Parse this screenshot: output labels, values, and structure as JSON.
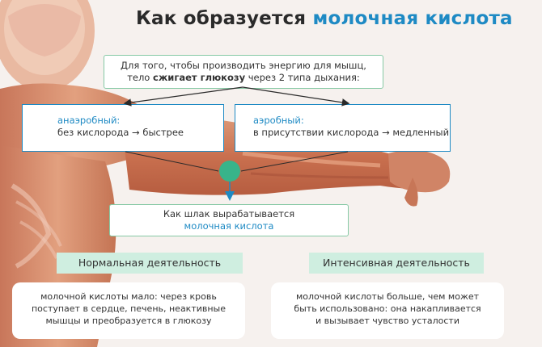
{
  "title": {
    "part1": "Как образуется",
    "part2": "молочная кислота"
  },
  "intro": {
    "line1": "Для того, чтобы производить энергию для мышц,",
    "line2_before": "тело",
    "line2_bold": "сжигает глюкозу",
    "line2_after": "через 2 типа дыхания:"
  },
  "anaerobic": {
    "label": "анаэробный:",
    "text": "без кислорода → быстрее"
  },
  "aerobic": {
    "label": "аэробный:",
    "text": "в присутствии кислорода → медленный"
  },
  "result": {
    "line1": "Как шлак вырабатывается",
    "line2": "молочная кислота"
  },
  "normal": {
    "header": "Нормальная деятельность",
    "lines": [
      "молочной кислоты мало: через кровь",
      "поступает в сердце, печень, неактивные",
      "мышцы и преобразуется в глюкозу"
    ]
  },
  "intensive": {
    "header": "Интенсивная деятельность",
    "lines": [
      "молочной кислоты больше, чем может",
      "быть использовано: она накапливается",
      "и вызывает чувство усталости"
    ]
  },
  "colors": {
    "accent_blue": "#1e8ac4",
    "accent_green": "#38b48a",
    "header_bg": "#cfeee0",
    "muscle": "#d07e5e"
  }
}
